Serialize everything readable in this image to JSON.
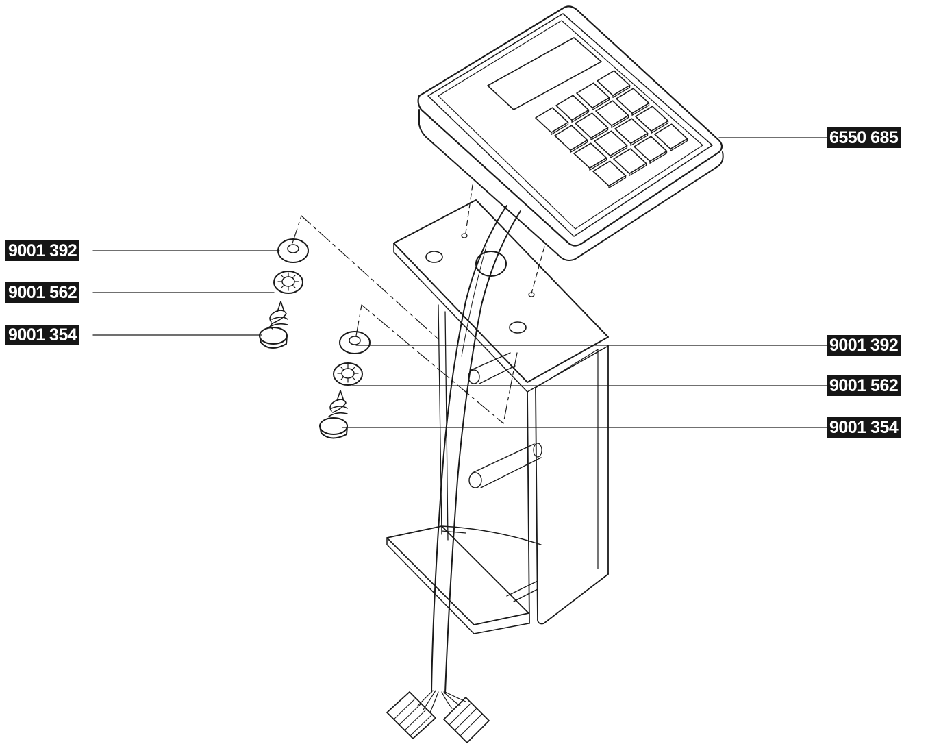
{
  "colors": {
    "ink": "#1a1a1a",
    "label_bg": "#161616",
    "label_text": "#ffffff",
    "paper": "#ffffff"
  },
  "labels": {
    "keypad": "6550 685",
    "left": {
      "washer": "9001 392",
      "lock_washer": "9001 562",
      "screw": "9001 354"
    },
    "right": {
      "washer": "9001 392",
      "lock_washer": "9001 562",
      "screw": "9001 354"
    }
  }
}
